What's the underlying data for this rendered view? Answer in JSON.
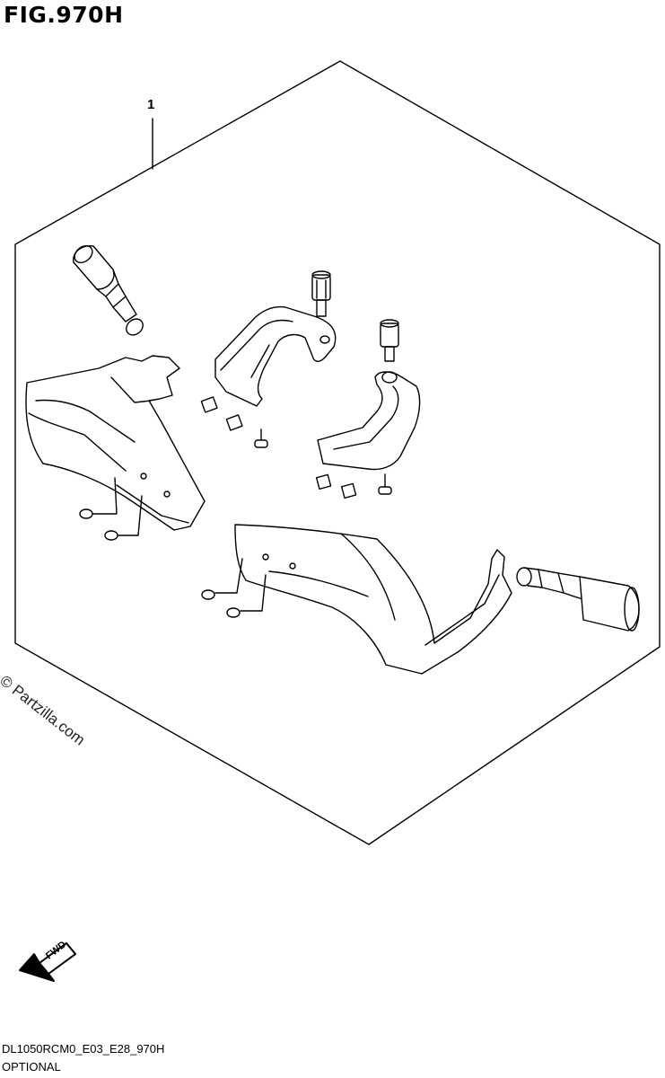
{
  "figure": {
    "title": "FIG.970H",
    "reference_number": "1"
  },
  "watermark": "© Partzilla.com",
  "direction_arrow": {
    "label": "FWD"
  },
  "footer": {
    "model_code": "DL1050RCM0_E03_E28_970H",
    "category": "OPTIONAL"
  },
  "colors": {
    "line": "#000000",
    "background": "#ffffff"
  },
  "icons": [
    "fwd-arrow-icon"
  ]
}
